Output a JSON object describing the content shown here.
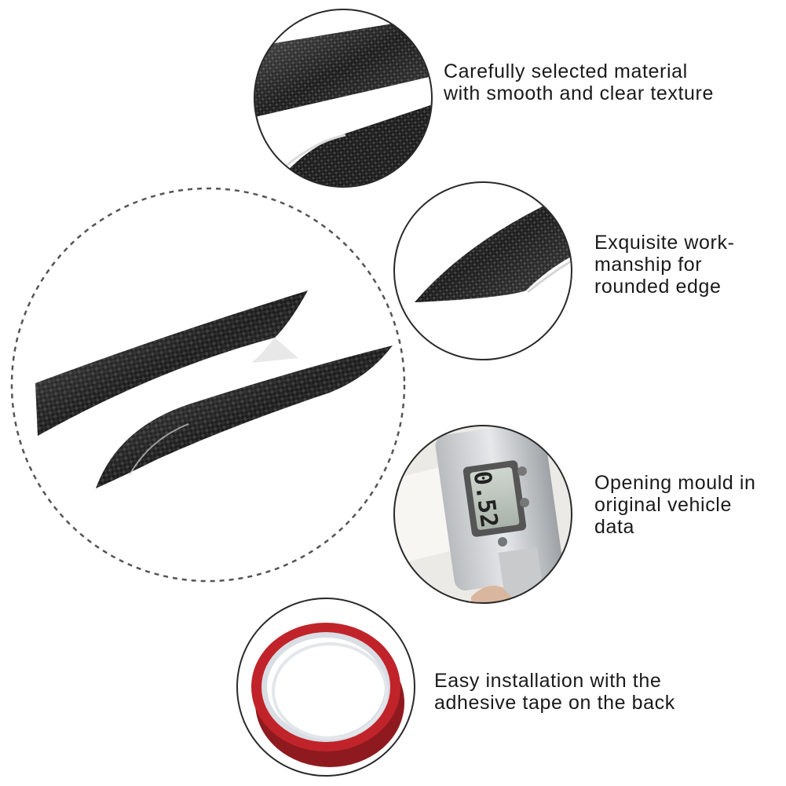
{
  "features": [
    {
      "id": "material",
      "icon": "carbon-fiber-texture-closeup",
      "lines": [
        "Carefully selected material",
        "with smooth and clear texture"
      ]
    },
    {
      "id": "workmanship",
      "icon": "rounded-edge-closeup",
      "lines": [
        "Exquisite work-",
        "manship for",
        "rounded edge"
      ]
    },
    {
      "id": "mould",
      "icon": "digital-caliper-closeup",
      "lines": [
        "Opening mould in",
        "original vehicle",
        "data"
      ],
      "caliper_reading": "0.52"
    },
    {
      "id": "installation",
      "icon": "adhesive-tape-roll",
      "lines": [
        "Easy installation with the",
        "adhesive tape on the back"
      ]
    }
  ],
  "product": {
    "icon": "carbon-fiber-eyebrow-trims"
  },
  "colors": {
    "carbon_dark": "#1b1b1b",
    "carbon_mid": "#3a3a3a",
    "tape_red": "#c0242a",
    "text": "#1a1a1a",
    "circle_border": "#2a2a2a"
  }
}
